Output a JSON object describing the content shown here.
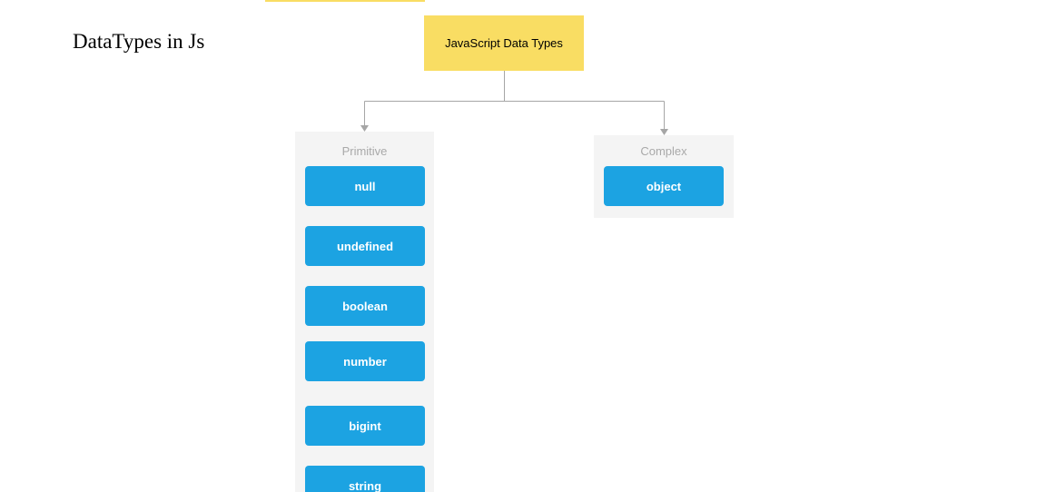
{
  "heading": "DataTypes in Js",
  "root": {
    "label": "JavaScript Data Types"
  },
  "groups": {
    "primitive": {
      "title": "Primitive",
      "items": [
        "null",
        "undefined",
        "boolean",
        "number",
        "bigint",
        "string"
      ]
    },
    "complex": {
      "title": "Complex",
      "items": [
        "object"
      ]
    }
  },
  "colors": {
    "root_fill": "#f9dd63",
    "type_fill": "#1ca3e2",
    "group_fill": "#f4f4f4",
    "connector": "#a6a6a6",
    "group_title": "#a9a9a9"
  }
}
